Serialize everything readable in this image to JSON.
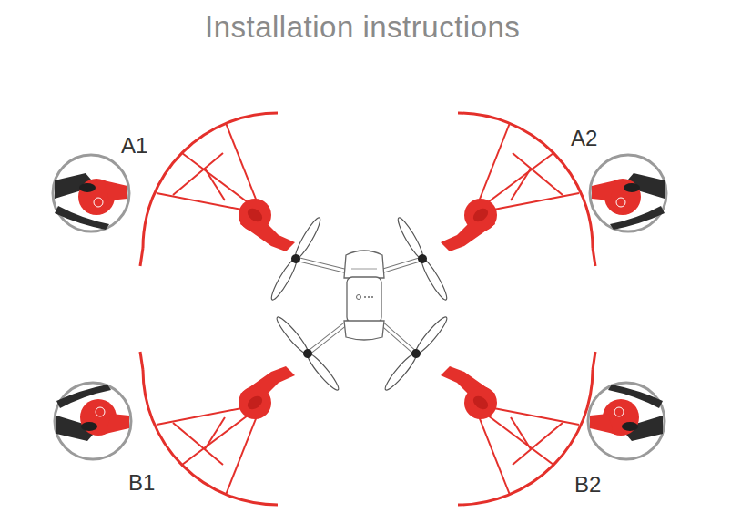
{
  "diagram": {
    "title": "Installation instructions",
    "labels": [
      "A1",
      "A2",
      "B1",
      "B2"
    ]
  }
}
